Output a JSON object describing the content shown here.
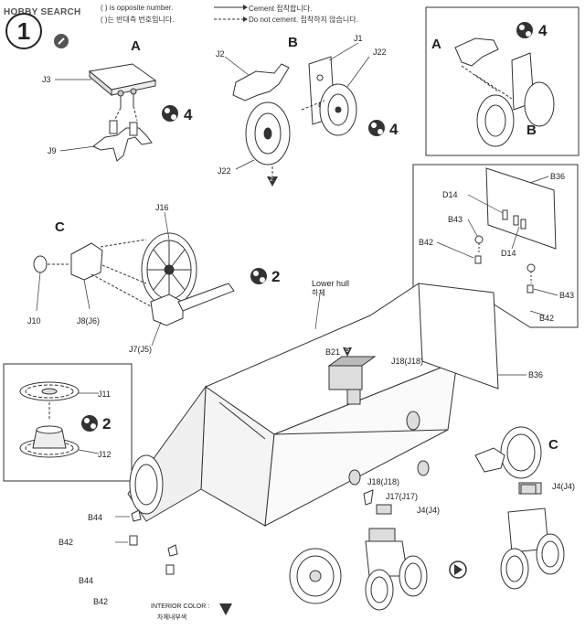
{
  "header": {
    "site_name": "HOBBY SEARCH",
    "legend_paren": "( )",
    "legend_opposite_en": "is opposite number.",
    "legend_opposite_ko": "( )는 반대측 번호입니다.",
    "legend_cement_en": "Cement",
    "legend_cement_ko": "접착합니다.",
    "legend_nocement_en": "Do not cement.",
    "legend_nocement_ko": "접착하지 않습니다."
  },
  "step": {
    "number": "1"
  },
  "sections": {
    "A": "A",
    "B": "B",
    "C": "C",
    "inset_A": "A",
    "inset_B": "B",
    "inset_C": "C"
  },
  "quantities": {
    "q1": "4",
    "q2": "4",
    "q3": "4",
    "q4": "2",
    "q5": "2"
  },
  "parts": {
    "j3": "J3",
    "j9": "J9",
    "j2": "J2",
    "j1": "J1",
    "j22a": "J22",
    "j22b": "J22",
    "j16": "J16",
    "j10": "J10",
    "j8j6": "J8(J6)",
    "j7j5": "J7(J5)",
    "j11": "J11",
    "j12": "J12",
    "b36a": "B36",
    "d14a": "D14",
    "b43a": "B43",
    "b42a": "B42",
    "d14b": "D14",
    "b43b": "B43",
    "b42b": "B42",
    "b21": "B21",
    "j18a": "J18(J18)",
    "b36b": "B36",
    "j18b": "J18(J18)",
    "j17": "J17(J17)",
    "j4a": "J4(J4)",
    "j4b": "J4(J4)",
    "b44a": "B44",
    "b42c": "B42",
    "b44b": "B44",
    "b42d": "B42"
  },
  "hull": {
    "en": "Lower hull",
    "ko": "하체"
  },
  "paint_marks": {
    "m1": "9",
    "m2": "2"
  },
  "footer": {
    "interior_en": "INTERIOR COLOR :",
    "interior_ko": "차체내부색"
  }
}
